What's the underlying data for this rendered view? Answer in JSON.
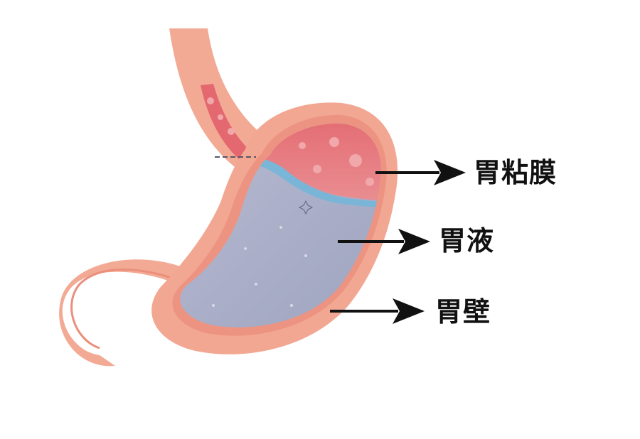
{
  "labels": {
    "mucosa": "胃粘膜",
    "gastric_juice": "胃液",
    "stomach_wall": "胃壁"
  },
  "colors": {
    "wall_outer": "#f2a792",
    "wall_inner": "#ea8f7c",
    "mucosa_lining": "#f6c9b8",
    "air_space": "#e47a80",
    "liquid": "#a9aec8",
    "liquid_surface": "#74b6d8",
    "arrow": "#111111"
  }
}
